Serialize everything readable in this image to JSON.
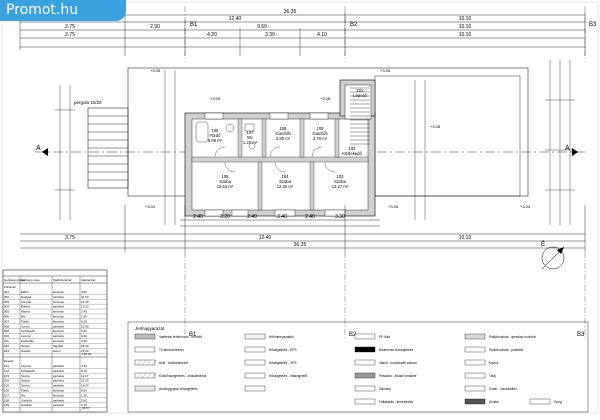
{
  "brand": {
    "logo_text": "Promot.hu",
    "color": "#3aa3df"
  },
  "dimensions": {
    "overall": "36.35",
    "top_row": [
      "3.75",
      "12.40",
      "10.10"
    ],
    "top_row2": [
      "3.75",
      "2.90",
      "9.50",
      "10.10"
    ],
    "top_row3": [
      "3.75",
      "4.20",
      "3.30",
      "4.10",
      "10.10"
    ],
    "bottom_row": [
      "2.40",
      "3.20",
      "2.40",
      "3.40",
      "2.40",
      "3.30"
    ],
    "bottom_row2": [
      "3.75",
      "12.40",
      "10.10"
    ],
    "bottom_total": "36.35"
  },
  "axes": {
    "left_section": "A",
    "right_section": "A",
    "top_b1": "B1",
    "top_b2": "B2",
    "top_b3": "B3",
    "bottom_b1": "B1",
    "bottom_b2": "B2",
    "bottom_b3": "B3"
  },
  "plan_labels": {
    "pergola": "pergola 10/20",
    "levels": [
      "+3.05",
      "+3.05",
      "+3.08",
      "+3.05",
      "+3.08",
      "+3.04",
      "+3.05",
      "+3.04"
    ],
    "rooms": [
      {
        "num": "106",
        "name": "Fürdő",
        "area": "8.06 m²"
      },
      {
        "num": "107",
        "name": "Wc",
        "area": "1.20 m²"
      },
      {
        "num": "108",
        "name": "Gardrób",
        "area": "2.80 m²"
      },
      {
        "num": "109",
        "name": "Gardrób",
        "area": "3.70 m²"
      },
      {
        "num": "105",
        "name": "Szoba",
        "area": "12.54 m²"
      },
      {
        "num": "104",
        "name": "Szoba",
        "area": "12.30 m²"
      },
      {
        "num": "103",
        "name": "Szoba",
        "area": "12.27 m²"
      },
      {
        "num": "101",
        "name": "Lépcső",
        "area": ""
      },
      {
        "num": "102",
        "name": "Közlekedő",
        "area": ""
      }
    ]
  },
  "room_table": {
    "headers": [
      "Helyiség száma",
      "Helyiség neve",
      "Padlóburkolat",
      "Alapterület"
    ],
    "section1_label": "Földszint",
    "rows1": [
      [
        "001",
        "Előtér",
        "kerámia",
        "4.80"
      ],
      [
        "002",
        "Nappali",
        "parketta",
        "32.60"
      ],
      [
        "003",
        "Konyha",
        "kerámia",
        "10.40"
      ],
      [
        "004",
        "Étkező",
        "parketta",
        "12.20"
      ],
      [
        "005",
        "Kamra",
        "kerámia",
        "2.40"
      ],
      [
        "006",
        "Wc",
        "kerámia",
        "1.80"
      ],
      [
        "007",
        "Fürdő",
        "kerámia",
        "6.20"
      ],
      [
        "008",
        "Szoba",
        "parketta",
        "12.50"
      ],
      [
        "009",
        "Közlekedő",
        "kerámia",
        "5.60"
      ],
      [
        "010",
        "Lépcső",
        "parketta",
        "4.30"
      ],
      [
        "011",
        "Háztartás",
        "kerámia",
        "3.90"
      ],
      [
        "012",
        "Terasz",
        "fagyálló",
        "18.20"
      ],
      [
        "013",
        "Garázs",
        "beton",
        "21.40"
      ]
    ],
    "total1": "136.30",
    "section2_label": "Emelet",
    "rows2": [
      [
        "101",
        "Lépcső",
        "parketta",
        "4.30"
      ],
      [
        "102",
        "Közlekedő",
        "parketta",
        "8.40"
      ],
      [
        "103",
        "Szoba",
        "parketta",
        "12.27"
      ],
      [
        "104",
        "Szoba",
        "parketta",
        "12.30"
      ],
      [
        "105",
        "Szoba",
        "parketta",
        "12.54"
      ],
      [
        "106",
        "Fürdő",
        "kerámia",
        "8.06"
      ],
      [
        "107",
        "Wc",
        "kerámia",
        "1.20"
      ],
      [
        "108",
        "Gardrób",
        "parketta",
        "2.80"
      ],
      [
        "109",
        "Gardrób",
        "parketta",
        "3.70"
      ]
    ],
    "total2": "65.57"
  },
  "legend": {
    "title": "Jelmagyarázat",
    "col1": [
      "Vasbeton teherhordó - monolit",
      "Tó tartószerkezet",
      "Acél - tartószerkezet",
      "Külsőhőszigetelés - zsalukerámia",
      "Ásványgyapot hőszigetelés"
    ],
    "col2": [
      "Hőhídmegszakító",
      "Hőszigetelés - EPS",
      "Hőszigetelés - XPS",
      "Hőszigetelés - mászigetelő",
      ""
    ],
    "col3": [
      "PE fólia",
      "Bitumenes vízszigetelés",
      "Vakolt - homlokzati vakolat",
      "Párazáró - lindab rendszer",
      "Zsindely"
    ],
    "col4": [
      "Padlóburkolat - gresslap burkolat",
      "Padlóburkolat - parketta",
      "Kavics",
      "Talaj",
      "Sóder - visszatöltés"
    ],
    "extra": [
      "Faltakarás - lemezfedés",
      "Szürke",
      "Gurig"
    ]
  }
}
